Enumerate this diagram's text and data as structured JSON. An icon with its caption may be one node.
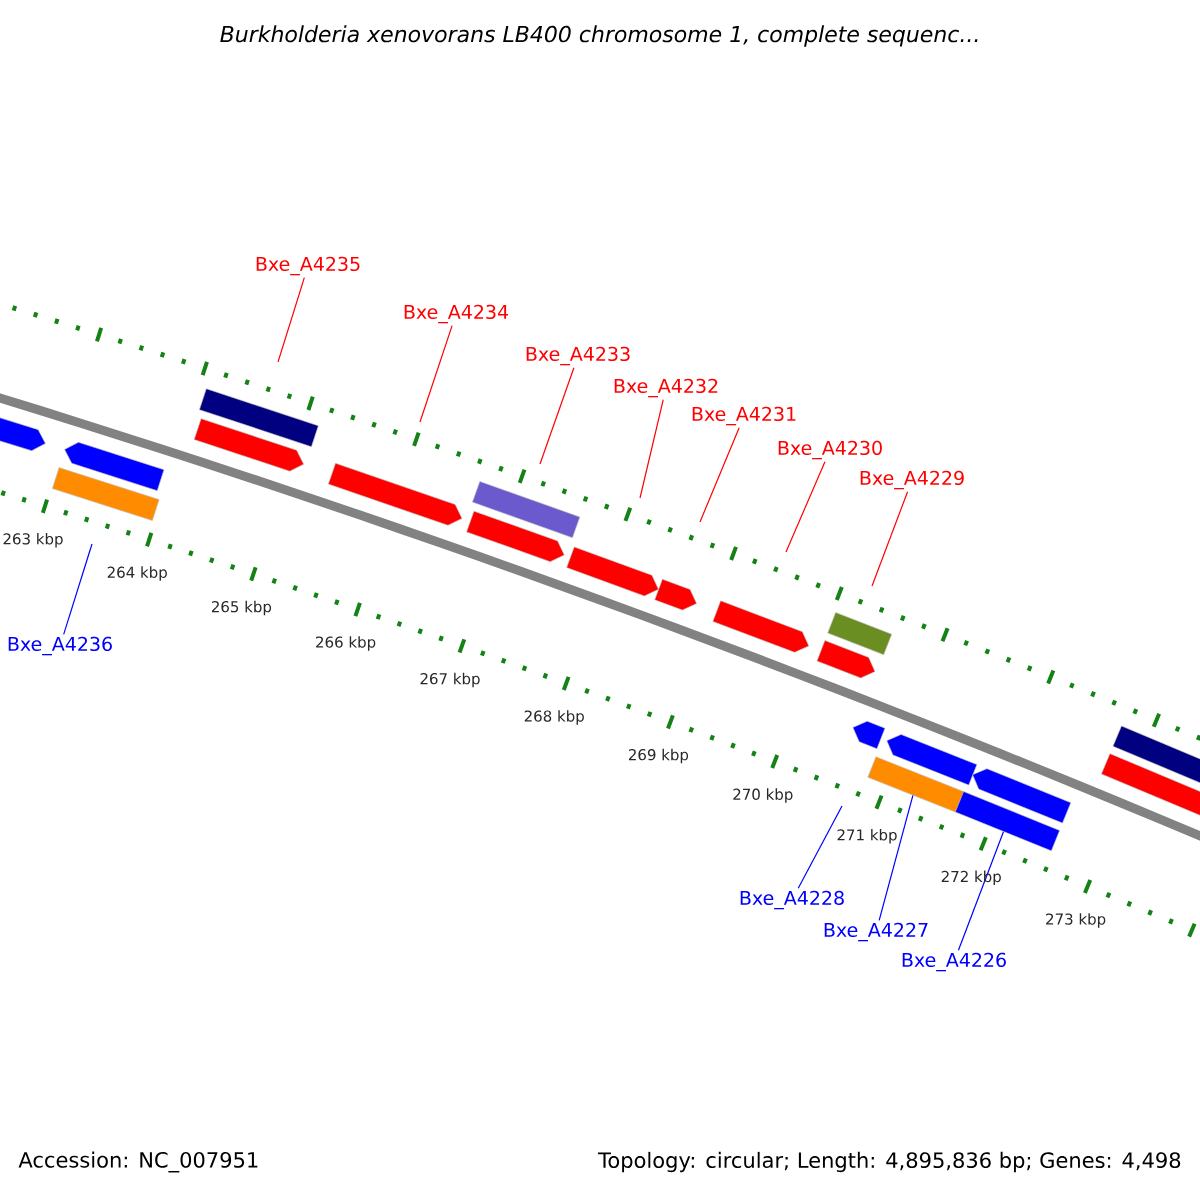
{
  "diagram": {
    "title": "Burkholderia xenovorans LB400 chromosome 1, complete sequenc...",
    "nodes": [
      {
        "text": [
          "Bxe_A4235"
        ]
      },
      {
        "text": [
          "Bxe_A4234"
        ]
      },
      {
        "text": [
          "Bxe_A4233"
        ]
      },
      {
        "text": [
          "Bxe_A4232"
        ]
      },
      {
        "text": [
          "Bxe_A4231"
        ]
      },
      {
        "text": [
          "Bxe_A4230"
        ]
      },
      {
        "text": [
          "Bxe_A4229"
        ]
      },
      {
        "text": [
          "Bxe_A4236"
        ]
      },
      {
        "text": [
          "Bxe_A4228"
        ]
      },
      {
        "text": [
          "Bxe_A4227"
        ]
      },
      {
        "text": [
          "Bxe_A4226"
        ]
      },
      {
        "text": [],
        "shape": "arrow"
      },
      {
        "text": [],
        "shape": "bar"
      },
      {
        "text": [],
        "shape": "arrow"
      },
      {
        "text": [],
        "shape": "arrow"
      },
      {
        "text": [],
        "shape": "bar"
      },
      {
        "text": [],
        "shape": "arrow"
      },
      {
        "text": [],
        "shape": "arrow"
      },
      {
        "text": [],
        "shape": "bar"
      },
      {
        "text": [],
        "shape": "arrow"
      },
      {
        "text": [],
        "shape": "arrow"
      },
      {
        "text": [],
        "shape": "arrow"
      },
      {
        "text": [],
        "shape": "arrow"
      },
      {
        "text": [],
        "shape": "bar"
      },
      {
        "text": [],
        "shape": "arrow"
      },
      {
        "text": [],
        "shape": "bar"
      },
      {
        "text": [],
        "shape": "arrow"
      },
      {
        "text": [],
        "shape": "bar"
      },
      {
        "text": [],
        "shape": "arrow"
      },
      {
        "text": [],
        "shape": "arrow"
      },
      {
        "text": [],
        "shape": "bar"
      }
    ],
    "edges": [
      {
        "from": 0,
        "to": null,
        "arrow": "none"
      },
      {
        "from": 1,
        "to": null,
        "arrow": "none"
      },
      {
        "from": 2,
        "to": null,
        "arrow": "none"
      },
      {
        "from": 3,
        "to": null,
        "arrow": "none"
      },
      {
        "from": 4,
        "to": null,
        "arrow": "none"
      },
      {
        "from": 5,
        "to": null,
        "arrow": "none"
      },
      {
        "from": 6,
        "to": null,
        "arrow": "none"
      },
      {
        "from": 7,
        "to": null,
        "arrow": "none",
        "color": "#0000ff"
      },
      {
        "from": 8,
        "to": null,
        "arrow": "none",
        "color": "#0000ff"
      },
      {
        "from": 9,
        "to": 25,
        "arrow": "none",
        "color": "#0000ff"
      },
      {
        "from": 10,
        "to": 27,
        "arrow": "none",
        "color": "#0000ff"
      }
    ],
    "labels": [
      "263 kbp",
      "264 kbp",
      "265 kbp",
      "266 kbp",
      "267 kbp",
      "268 kbp",
      "269 kbp",
      "270 kbp",
      "271 kbp",
      "272 kbp",
      "273 kbp",
      "Accession: NC_007951",
      "Topology: circular; Length: 4,895,836 bp; Genes: 4,498"
    ]
  }
}
